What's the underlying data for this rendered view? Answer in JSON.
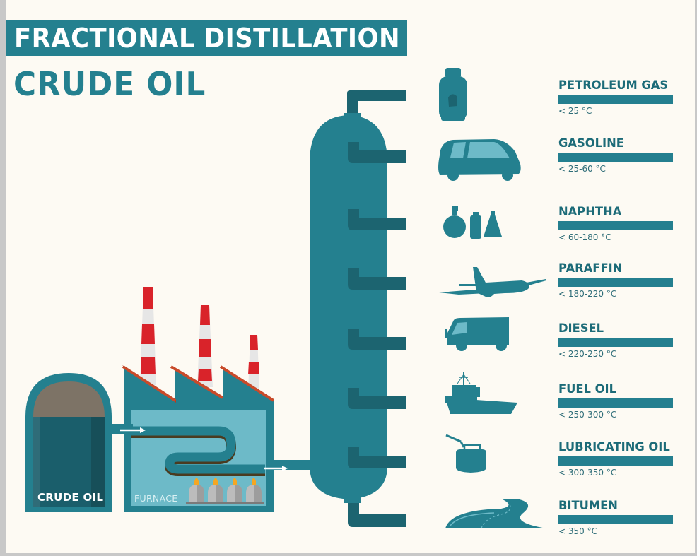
{
  "header": {
    "title": "FRACTIONAL DISTILLATION",
    "subtitle": "CRUDE OIL"
  },
  "process": {
    "tank_label": "CRUDE OIL",
    "furnace_label": "FURNACE",
    "chimney_count": 3,
    "burner_count": 4,
    "column_outlets": 8
  },
  "fractions": [
    {
      "name": "PETROLEUM GAS",
      "temp": "< 25 °C",
      "icon": "gas-cylinder-icon"
    },
    {
      "name": "GASOLINE",
      "temp": "< 25-60 °C",
      "icon": "car-icon"
    },
    {
      "name": "NAPHTHA",
      "temp": "< 60-180 °C",
      "icon": "chemical-flasks-icon"
    },
    {
      "name": "PARAFFIN",
      "temp": "< 180-220 °C",
      "icon": "airplane-icon"
    },
    {
      "name": "DIESEL",
      "temp": "< 220-250 °C",
      "icon": "truck-icon"
    },
    {
      "name": "FUEL OIL",
      "temp": "< 250-300 °C",
      "icon": "ship-icon"
    },
    {
      "name": "LUBRICATING OIL",
      "temp": "< 300-350 °C",
      "icon": "oil-can-icon"
    },
    {
      "name": "BITUMEN",
      "temp": "< 350 °C",
      "icon": "road-icon"
    }
  ],
  "colors": {
    "primary": "#24808f",
    "dark": "#1c6470",
    "light": "#6dbac8",
    "background": "#fdfaf3",
    "chimney_red": "#d9232a",
    "oil_brown": "#7d7366"
  }
}
